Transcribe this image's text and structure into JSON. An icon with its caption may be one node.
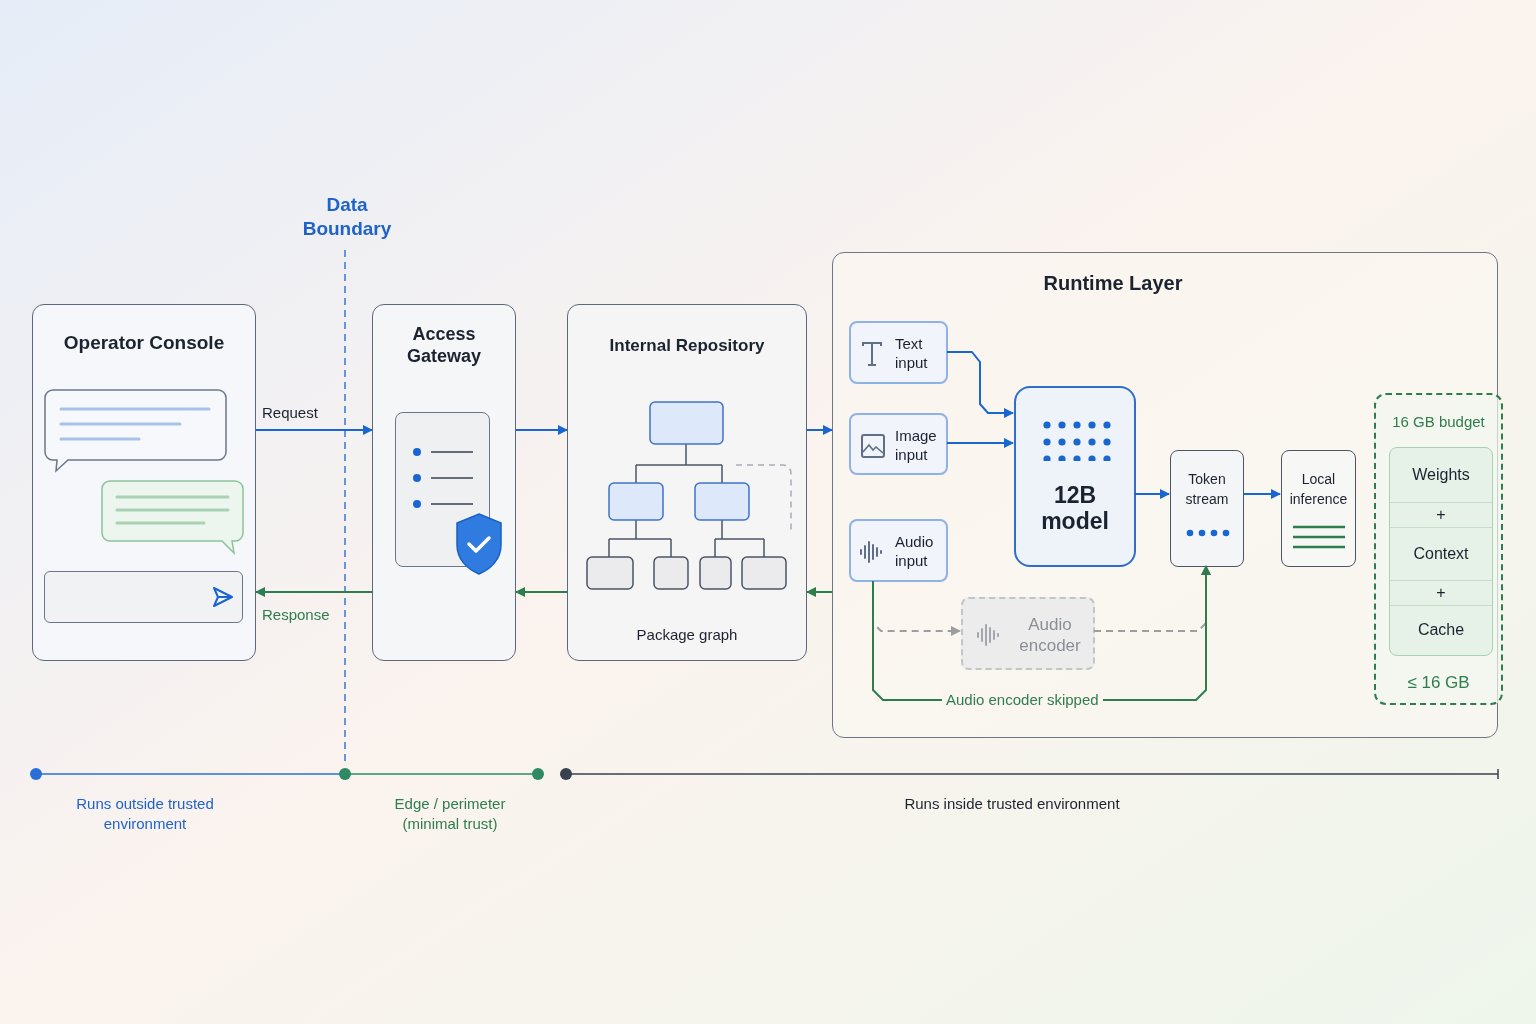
{
  "diagram": {
    "nodes": [
      {
        "text": [
          "Operator Console"
        ]
      },
      {
        "text": [
          "Access Gateway"
        ]
      },
      {
        "text": [
          "Internal Repository",
          "Package graph"
        ]
      },
      {
        "text": [
          "Runtime Layer"
        ]
      },
      {
        "text": [
          "Text input"
        ],
        "in": 3
      },
      {
        "text": [
          "Image input"
        ],
        "in": 3
      },
      {
        "text": [
          "Audio input"
        ],
        "in": 3
      },
      {
        "text": [
          "12B model"
        ],
        "in": 3
      },
      {
        "text": [
          "Audio encoder"
        ],
        "in": 3
      },
      {
        "text": [
          "Token stream"
        ],
        "in": 3
      },
      {
        "text": [
          "Local inference"
        ],
        "in": 3
      },
      {
        "text": [
          "16 GB budget",
          "≤ 16 GB"
        ],
        "in": 3
      },
      {
        "text": [
          "Weights"
        ],
        "in": 11
      },
      {
        "text": [
          "Context"
        ],
        "in": 11
      },
      {
        "text": [
          "Cache"
        ],
        "in": 11
      }
    ],
    "edges": [
      {
        "from": 0,
        "to": 1,
        "arrow": "to",
        "label": "Request"
      },
      {
        "from": 1,
        "to": 2,
        "arrow": "to"
      },
      {
        "from": 2,
        "to": 3,
        "arrow": "to"
      },
      {
        "from": 3,
        "to": 2,
        "arrow": "to",
        "color": "#2e7d4f"
      },
      {
        "from": 2,
        "to": 1,
        "arrow": "to",
        "color": "#2e7d4f"
      },
      {
        "from": 1,
        "to": 0,
        "arrow": "to",
        "label": "Response",
        "color": "#2e7d4f"
      },
      {
        "from": 4,
        "to": 7,
        "arrow": "to"
      },
      {
        "from": 5,
        "to": 7,
        "arrow": "to"
      },
      {
        "from": 7,
        "to": 9,
        "arrow": "to"
      },
      {
        "from": 9,
        "to": 10,
        "arrow": "to"
      },
      {
        "from": 6,
        "to": 8,
        "arrow": "to",
        "style": "dashed",
        "color": "#9e9e9e"
      },
      {
        "from": 8,
        "to": 9,
        "arrow": "to",
        "style": "dashed",
        "color": "#9e9e9e"
      },
      {
        "from": 6,
        "to": 9,
        "arrow": "to",
        "label": "Audio encoder skipped",
        "color": "#2e7d4f"
      }
    ],
    "labels": [
      "Data Boundary",
      "+",
      "+",
      "Runs outside trusted environment",
      "Edge / perimeter (minimal trust)",
      "Runs inside trusted environment"
    ]
  }
}
